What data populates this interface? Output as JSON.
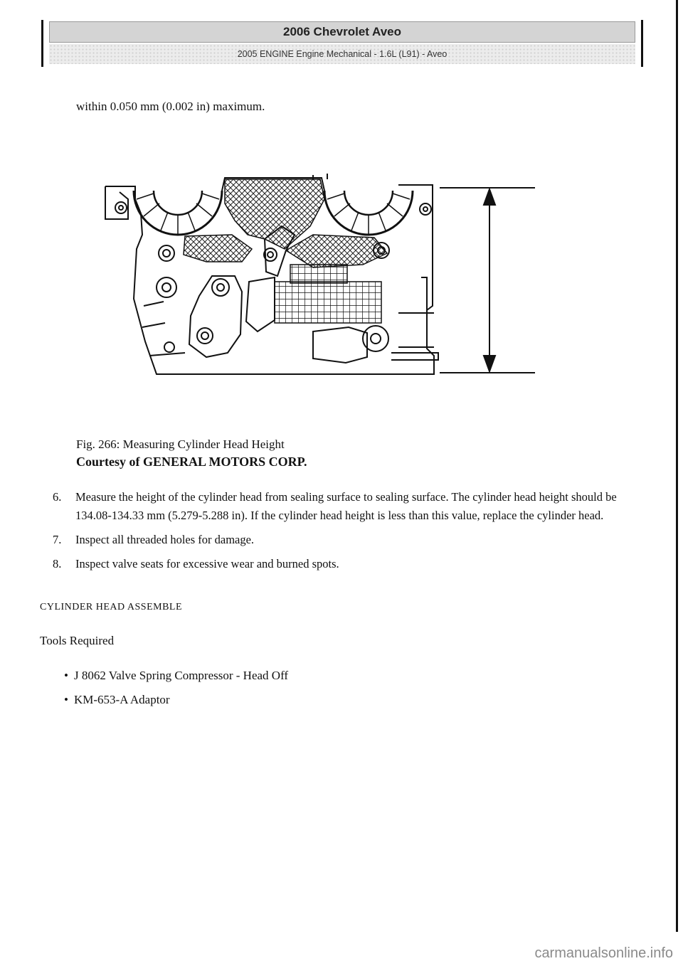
{
  "header": {
    "title": "2006 Chevrolet Aveo",
    "subtitle": "2005 ENGINE Engine Mechanical - 1.6L (L91) - Aveo"
  },
  "intro_text": "within 0.050 mm (0.002 in) maximum.",
  "figure": {
    "caption": "Fig. 266: Measuring Cylinder Head Height",
    "credit": "Courtesy of GENERAL MOTORS CORP."
  },
  "steps": [
    {
      "number": "6.",
      "text": "Measure the height of the cylinder head from sealing surface to sealing surface. The cylinder head height should be 134.08-134.33 mm (5.279-5.288 in). If the cylinder head height is less than this value, replace the cylinder head."
    },
    {
      "number": "7.",
      "text": "Inspect all threaded holes for damage."
    },
    {
      "number": "8.",
      "text": "Inspect valve seats for excessive wear and burned spots."
    }
  ],
  "section_heading": "CYLINDER HEAD ASSEMBLE",
  "tools_label": "Tools Required",
  "tools": [
    "J 8062 Valve Spring Compressor - Head Off",
    "KM-653-A Adaptor"
  ],
  "watermark": "carmanualsonline.info"
}
